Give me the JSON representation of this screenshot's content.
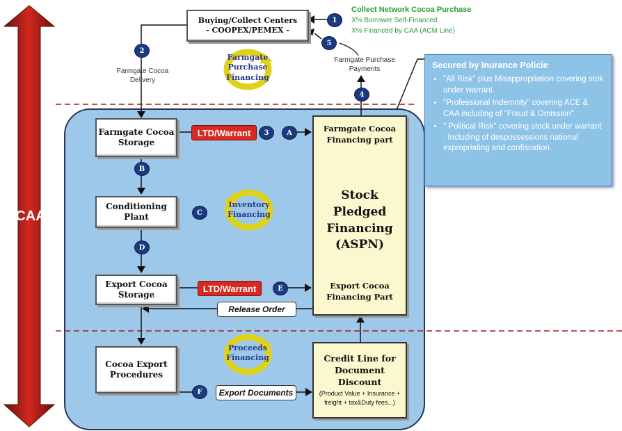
{
  "side": {
    "label": "CAA",
    "color": "#c0231b"
  },
  "top": {
    "centers_box": "Buying/Collect Centers\n- COOPEX/PEMEX -",
    "collect_title": "Collect Network Cocoa Purchase",
    "collect_line1": "X% Borrower Self-Financed",
    "collect_line2": "X% Financed by CAA (ACM Line)",
    "farmgate_delivery": "Farmgate Cocoa\nDelivery",
    "farmgate_payments": "Farmgate Purchase\nPayments",
    "farmgate_cycle": "Farmgate\nPurchase\nFinancing"
  },
  "insurance": {
    "title": "Secured by Inurance Policie",
    "items": [
      "\"All Risk\" plus Misappropriation covering stok under warrant.",
      "\"Professional Indemnity\" covering ACE & CAA including of \"Fraud & Omission\"",
      "\" Political Risk\" covering stock under warrant : Including of despossessions national expropriating and confiscation."
    ]
  },
  "nodes": {
    "farmgate_storage": "Farmgate Cocoa\nStorage",
    "conditioning": "Conditioning\nPlant",
    "export_storage": "Export Cocoa\nStorage",
    "export_procedures": "Cocoa Export\nProcedures"
  },
  "badges": {
    "one": "1",
    "two": "2",
    "three": "3",
    "four": "4",
    "five": "5",
    "a": "A",
    "b": "B",
    "c": "C",
    "d": "D",
    "e": "E",
    "f": "F"
  },
  "buttons": {
    "ltd1": "LTD/Warrant",
    "ltd2": "LTD/Warrant",
    "release": "Release Order",
    "export_docs": "Export Documents"
  },
  "cycles": {
    "inventory": "Inventory\nFinancing",
    "proceeds": "Proceeds\nFinancing"
  },
  "stock": {
    "top": "Farmgate Cocoa\nFinancing part",
    "middle": "Stock Pledged\nFinancing\n(ASPN)",
    "bottom": "Export Cocoa\nFinancing Part"
  },
  "credit": {
    "title": "Credit Line for\nDocument Discount",
    "detail": "(Product Value + Insurance +\nfreight + tax&Duty fees...)"
  },
  "colors": {
    "panel": "#9dc8ea",
    "insurance_bg": "#8ec3e8",
    "collect_green": "#2e9a3a",
    "badge": "#1c3a82",
    "stock_bg": "#fbf7cf"
  }
}
